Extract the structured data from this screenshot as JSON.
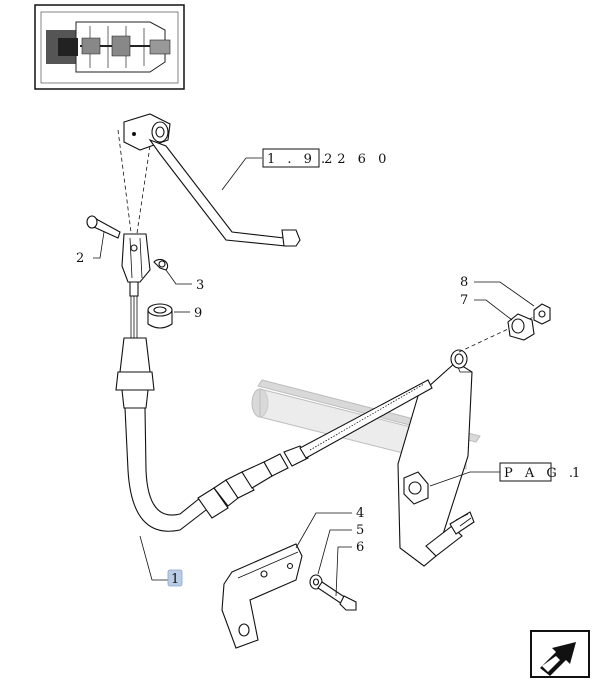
{
  "callouts": {
    "c1": "1",
    "c2": "2",
    "c3": "3",
    "c4": "4",
    "c5": "5",
    "c6": "6",
    "c7": "7",
    "c8": "8",
    "c9": "9"
  },
  "refs": {
    "ref_a_boxed": "1 . 9 2",
    "ref_a_rest": ". 2 6 0",
    "ref_b_boxed": "P A G .",
    "ref_b_rest": "1"
  },
  "colors": {
    "highlight": "#b9cde6",
    "line": "#111111",
    "ghost": "#d9d9d9"
  },
  "icons": [
    "transmission-thumbnail-icon",
    "next-page-arrow-icon"
  ]
}
